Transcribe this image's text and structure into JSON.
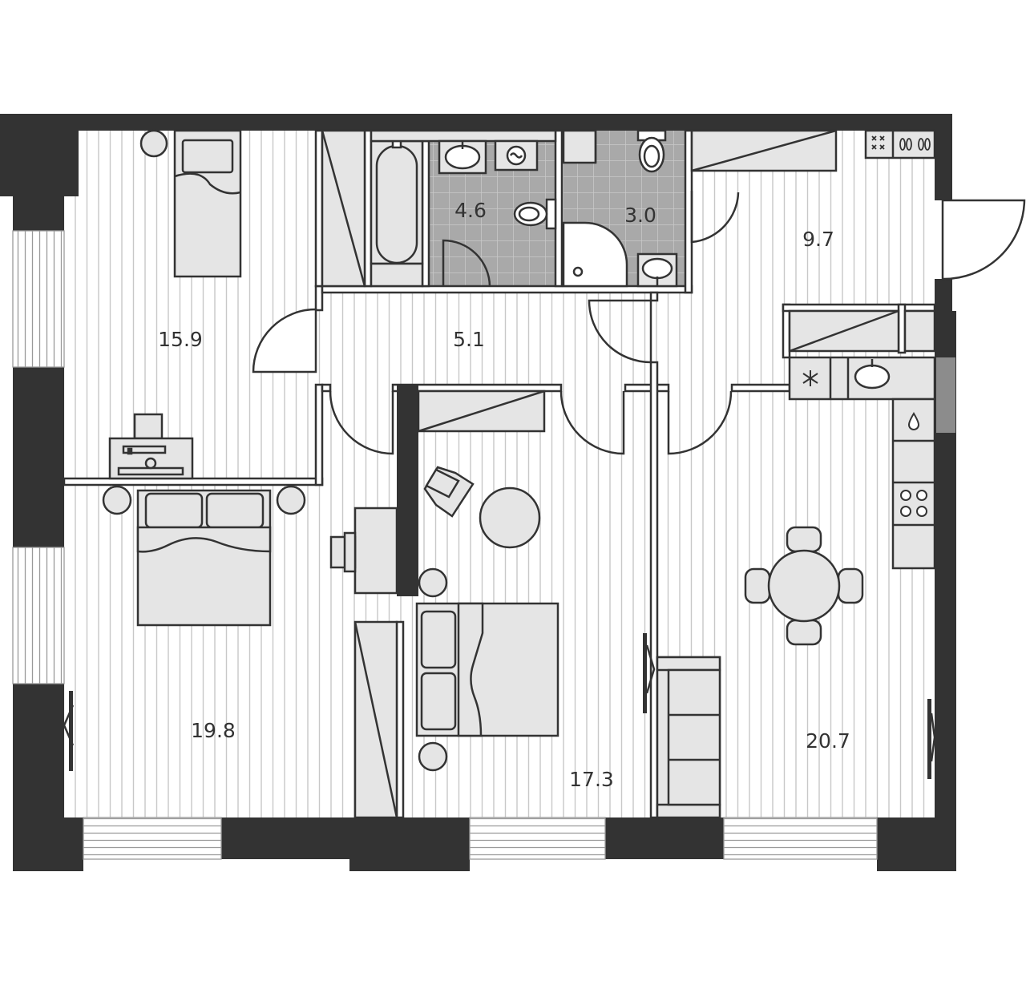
{
  "colors": {
    "wall": "#333333",
    "floor_line": "#c8c8c8",
    "furniture_fill": "#e5e5e5",
    "furniture_stroke": "#333333",
    "tile_fill": "#a9a9a9",
    "tile_line": "#c9c9c9",
    "background": "#ffffff"
  },
  "rooms": [
    {
      "id": "bedroom-top-left",
      "area": "15.9"
    },
    {
      "id": "bathroom",
      "area": "4.6"
    },
    {
      "id": "toilet",
      "area": "3.0"
    },
    {
      "id": "hallway-entrance",
      "area": "9.7"
    },
    {
      "id": "corridor",
      "area": "5.1"
    },
    {
      "id": "bedroom-bottom-left",
      "area": "19.8"
    },
    {
      "id": "bedroom-middle",
      "area": "17.3"
    },
    {
      "id": "kitchen-living",
      "area": "20.7"
    }
  ],
  "icons": {
    "fridge": "snowflake-icon",
    "water": "water-drop-icon",
    "stove": "four-burner-stove-icon"
  }
}
